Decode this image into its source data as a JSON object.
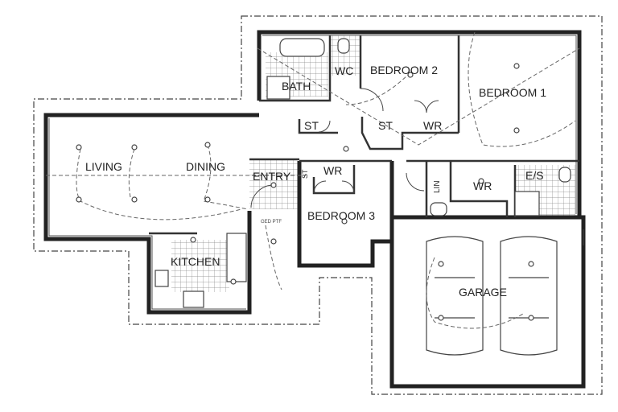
{
  "plan": {
    "rooms": {
      "bedroom1": "BEDROOM 1",
      "bedroom2": "BEDROOM 2",
      "bedroom3": "BEDROOM 3",
      "bath": "BATH",
      "wc": "WC",
      "st1": "ST",
      "st2": "ST",
      "st3": "ST",
      "wr1": "WR",
      "wr2": "WR",
      "wr3": "WR",
      "lin": "LIN",
      "ensuite": "E/S",
      "entry": "ENTRY",
      "living": "LIVING",
      "dining": "DINING",
      "kitchen": "KITCHEN",
      "garage": "GARAGE"
    },
    "notes": {
      "gpo": "GED PTF"
    }
  }
}
